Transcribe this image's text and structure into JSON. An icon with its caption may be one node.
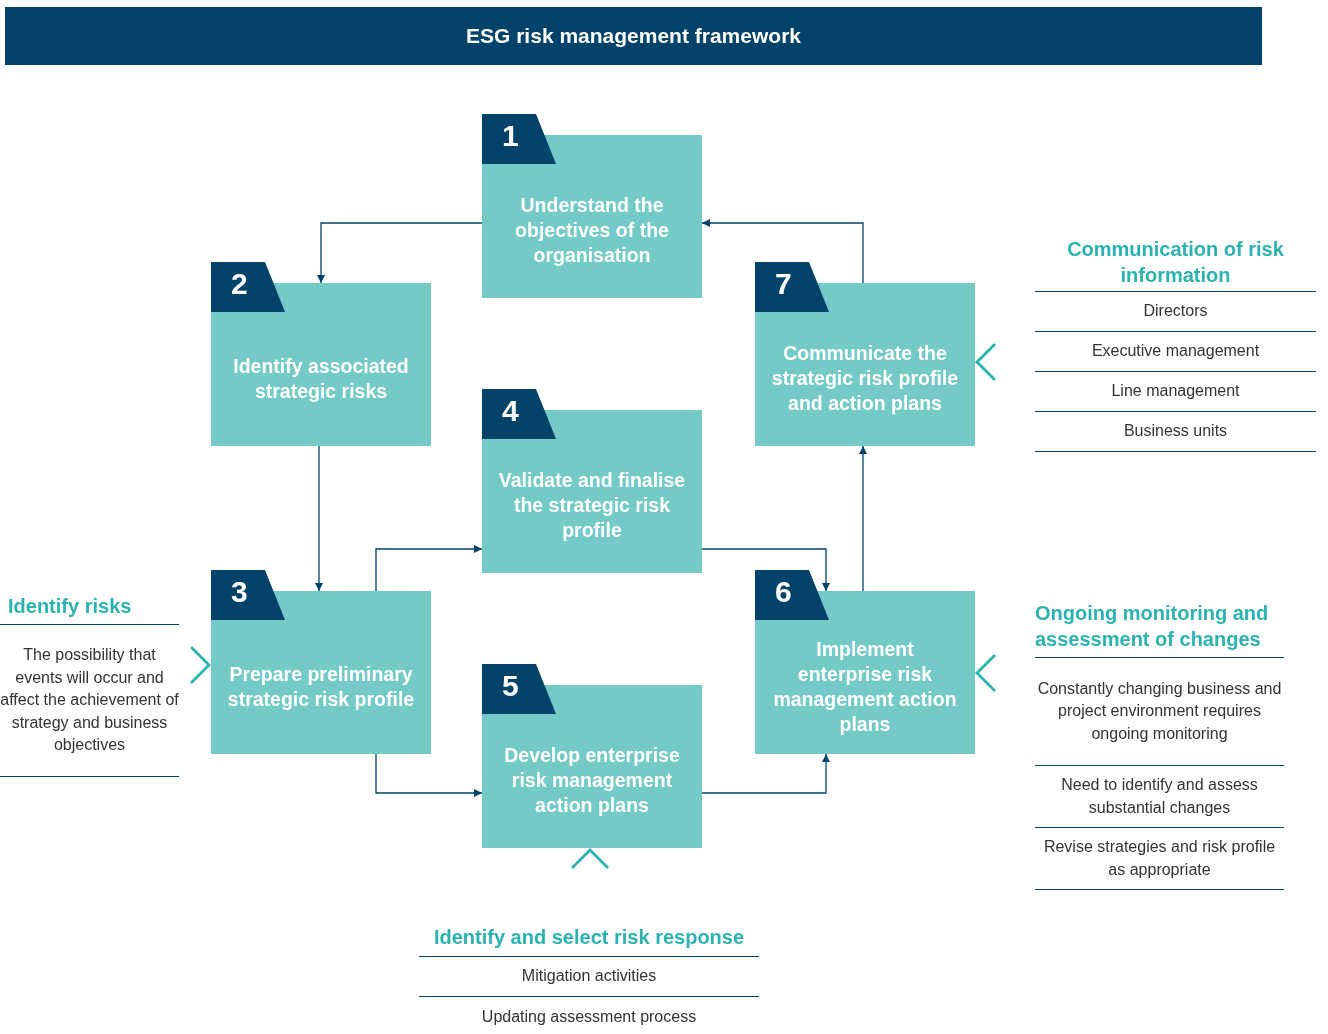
{
  "diagram": {
    "title": "ESG risk management framework",
    "nodes": [
      {
        "text": [
          "1",
          "Understand the objectives of the organisation"
        ]
      },
      {
        "text": [
          "2",
          "Identify associated strategic risks"
        ]
      },
      {
        "text": [
          "3",
          "Prepare preliminary strategic risk profile"
        ]
      },
      {
        "text": [
          "4",
          "Validate and finalise the strategic risk profile"
        ]
      },
      {
        "text": [
          "5",
          "Develop enterprise risk management action plans"
        ]
      },
      {
        "text": [
          "6",
          "Implement enterprise risk management action plans"
        ]
      },
      {
        "text": [
          "7",
          "Communicate the strategic risk profile and action plans"
        ]
      },
      {
        "text": [
          "Identify risks",
          "The possibility that events will occur and affect the achievement of strategy and business objectives"
        ]
      },
      {
        "text": [
          "Communication of risk information",
          "Directors",
          "Executive management",
          "Line management",
          "Business units"
        ]
      },
      {
        "text": [
          "Ongoing monitoring and assessment of changes",
          "Constantly changing business and project environment requires ongoing monitoring",
          "Need to identify and assess substantial changes",
          "Revise strategies and risk profile as appropriate"
        ]
      },
      {
        "text": [
          "Identify and select risk response",
          "Mitigation activities",
          "Updating assessment process"
        ]
      }
    ],
    "edges": [
      {
        "from": 0,
        "to": 1,
        "arrow": "to"
      },
      {
        "from": 1,
        "to": 2,
        "arrow": "to"
      },
      {
        "from": 2,
        "to": 3,
        "arrow": "to"
      },
      {
        "from": 2,
        "to": 4,
        "arrow": "to"
      },
      {
        "from": 3,
        "to": 5,
        "arrow": "to"
      },
      {
        "from": 4,
        "to": 5,
        "arrow": "to"
      },
      {
        "from": 5,
        "to": 6,
        "arrow": "to"
      },
      {
        "from": 6,
        "to": 0,
        "arrow": "to"
      },
      {
        "from": 7,
        "to": 2,
        "arrow": "to",
        "color": "#2bb3b0"
      },
      {
        "from": 8,
        "to": 6,
        "arrow": "to",
        "color": "#2bb3b0"
      },
      {
        "from": 9,
        "to": 5,
        "arrow": "to",
        "color": "#2bb3b0"
      },
      {
        "from": 10,
        "to": 4,
        "arrow": "to",
        "color": "#2bb3b0"
      }
    ]
  }
}
